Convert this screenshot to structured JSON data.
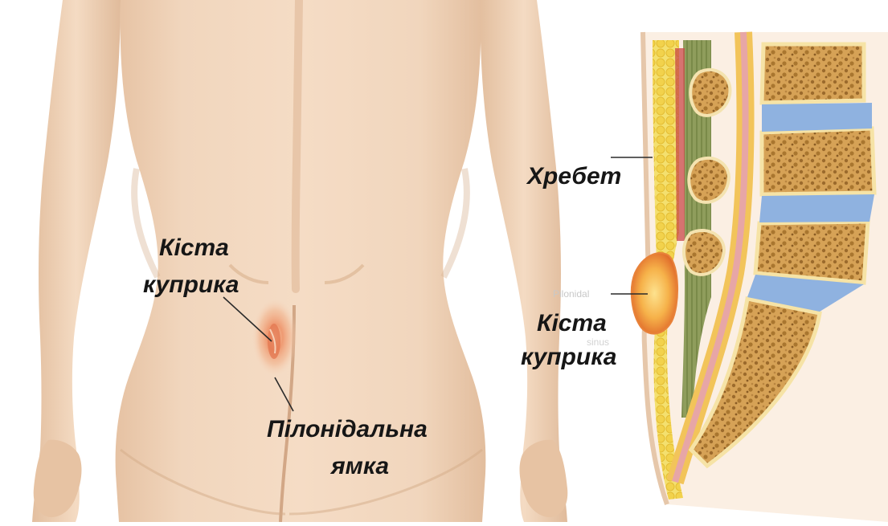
{
  "labels": {
    "cyst_left_line1": "Кіста",
    "cyst_left_line2": "куприка",
    "pilonidal_line1": "Пілонідальна",
    "pilonidal_line2": "ямка",
    "spine": "Хребет",
    "cyst_right_line1": "Кіста",
    "cyst_right_line2": "куприка"
  },
  "faint_labels": {
    "pilonidal_small": "Pilonidal",
    "sinus_small": "sinus"
  },
  "colors": {
    "skin": "#f3d7bd",
    "skin_shadow": "#d9b595",
    "cyst": "#f2a24a",
    "inflammation": "#e8784f",
    "bone": "#e8c27a",
    "bone_texture": "#a8742f",
    "disc": "#8fb2e0",
    "fat": "#f2d35a",
    "muscle": "#8a9a54",
    "text": "#161616"
  }
}
